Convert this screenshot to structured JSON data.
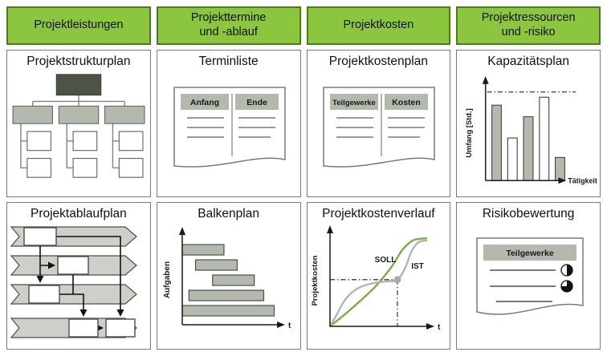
{
  "columns": [
    {
      "header": "Projektleistungen",
      "panels": [
        {
          "title": "Projektstrukturplan"
        },
        {
          "title": "Projektablaufplan"
        }
      ]
    },
    {
      "header": "Projekttermine\nund -ablauf",
      "panels": [
        {
          "title": "Terminliste"
        },
        {
          "title": "Balkenplan"
        }
      ]
    },
    {
      "header": "Projektkosten",
      "panels": [
        {
          "title": "Projektkostenplan"
        },
        {
          "title": "Projektkostenverlauf"
        }
      ]
    },
    {
      "header": "Projektressourcen\nund -risiko",
      "panels": [
        {
          "title": "Kapazitätsplan"
        },
        {
          "title": "Risikobewertung"
        }
      ]
    }
  ],
  "documents": {
    "terminliste": {
      "col1": "Anfang",
      "col2": "Ende",
      "rows_per_column": 3
    },
    "kostenplan": {
      "col1": "Teilgewerke",
      "col2": "Kosten",
      "rows_per_column": 3
    },
    "risikobewertung": {
      "header": "Teilgewerke",
      "ratings": [
        "half",
        "three-quarter"
      ]
    }
  },
  "chart_data": [
    {
      "id": "balkenplan",
      "type": "bar",
      "orientation": "horizontal",
      "ylabel": "Aufgaben",
      "xlabel": "t",
      "bars": [
        {
          "start": 0.0,
          "end": 0.44
        },
        {
          "start": 0.14,
          "end": 0.58
        },
        {
          "start": 0.32,
          "end": 0.76
        },
        {
          "start": 0.07,
          "end": 0.86
        },
        {
          "start": 0.0,
          "end": 0.97
        }
      ]
    },
    {
      "id": "projektkostenverlauf",
      "type": "line",
      "ylabel": "Projektkosten",
      "xlabel": "t",
      "series": [
        {
          "name": "SOLL",
          "color": "#76b043",
          "points": [
            [
              0,
              0
            ],
            [
              0.15,
              0.13
            ],
            [
              0.3,
              0.27
            ],
            [
              0.45,
              0.42
            ],
            [
              0.55,
              0.54
            ],
            [
              0.65,
              0.68
            ],
            [
              0.75,
              0.85
            ],
            [
              0.85,
              0.95
            ],
            [
              0.93,
              0.975
            ],
            [
              1,
              0.98
            ]
          ]
        },
        {
          "name": "IST",
          "color": "#b3b3b3",
          "points": [
            [
              0,
              0
            ],
            [
              0.07,
              0.13
            ],
            [
              0.14,
              0.27
            ],
            [
              0.22,
              0.37
            ],
            [
              0.32,
              0.44
            ],
            [
              0.45,
              0.48
            ],
            [
              0.58,
              0.5
            ],
            [
              0.7,
              0.52
            ],
            [
              0.78,
              0.65
            ],
            [
              0.84,
              0.82
            ],
            [
              0.9,
              0.92
            ],
            [
              0.95,
              0.95
            ],
            [
              1,
              0.955
            ]
          ]
        }
      ],
      "marker": {
        "x": 0.7,
        "y": 0.52
      }
    },
    {
      "id": "kapazitaetsplan",
      "type": "bar",
      "orientation": "vertical",
      "ylabel": "Umfang [Std.]",
      "xlabel": "Tätigkeit",
      "capacity_line": 1.0,
      "bars": [
        {
          "value": 0.85,
          "fill": "gray"
        },
        {
          "value": 0.48,
          "fill": "white"
        },
        {
          "value": 0.72,
          "fill": "gray"
        },
        {
          "value": 0.94,
          "fill": "white"
        },
        {
          "value": 0.26,
          "fill": "gray"
        }
      ]
    }
  ],
  "colors": {
    "header_green": "#8cc63e",
    "header_border": "#4c7a1d",
    "panel_border": "#7a7a7a",
    "root_box": "#4e5347",
    "mid_box": "#b3b9ad",
    "band_gray": "#ccd0c8",
    "bar_gray": "#b3b9ad",
    "table_header": "#b3b9ad",
    "soll_green": "#76b043",
    "ist_gray": "#b3b3b3"
  }
}
